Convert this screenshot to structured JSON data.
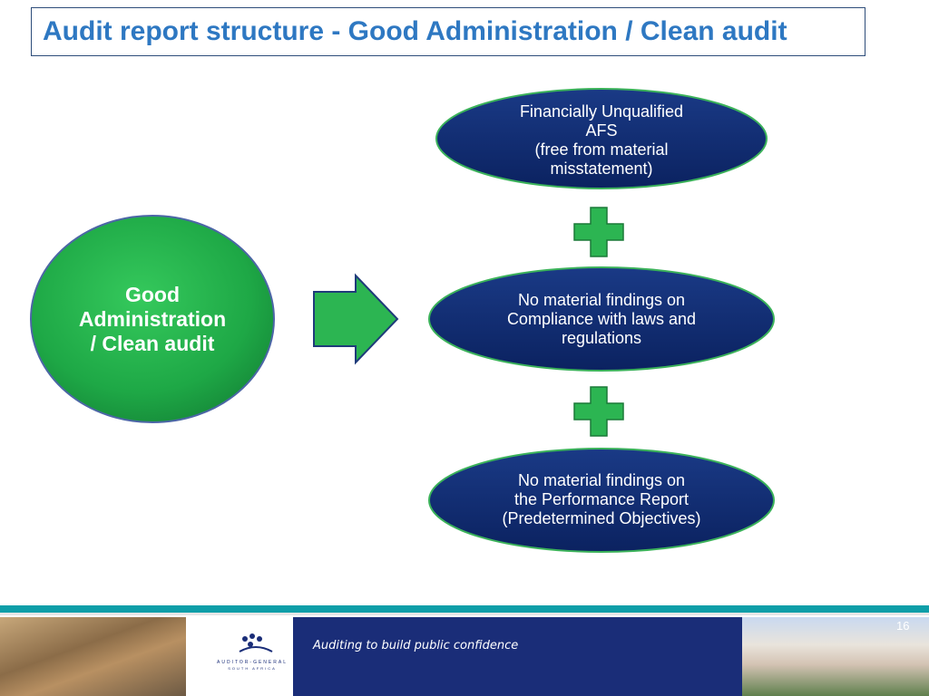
{
  "title": "Audit report structure - Good Administration / Clean audit",
  "main_concept": {
    "lines": [
      "Good",
      "Administration",
      "/ Clean audit"
    ]
  },
  "components": [
    {
      "lines": [
        "Financially Unqualified",
        "AFS",
        "(free from material",
        "misstatement)"
      ]
    },
    {
      "lines": [
        "No material findings on",
        "Compliance with laws and",
        "regulations"
      ]
    },
    {
      "lines": [
        "No material findings on",
        "the Performance Report",
        "(Predetermined Objectives)"
      ]
    }
  ],
  "footer": {
    "logo_line1": "AUDITOR-GENERAL",
    "logo_line2": "SOUTH AFRICA",
    "tagline": "Auditing to build public confidence",
    "page_number": "16"
  },
  "colors": {
    "title": "#2e78c2",
    "oval_fill": "#0f2a6b",
    "green": "#22b04a",
    "footer_band": "#1a2d78",
    "footer_rule": "#0d9ea8"
  }
}
